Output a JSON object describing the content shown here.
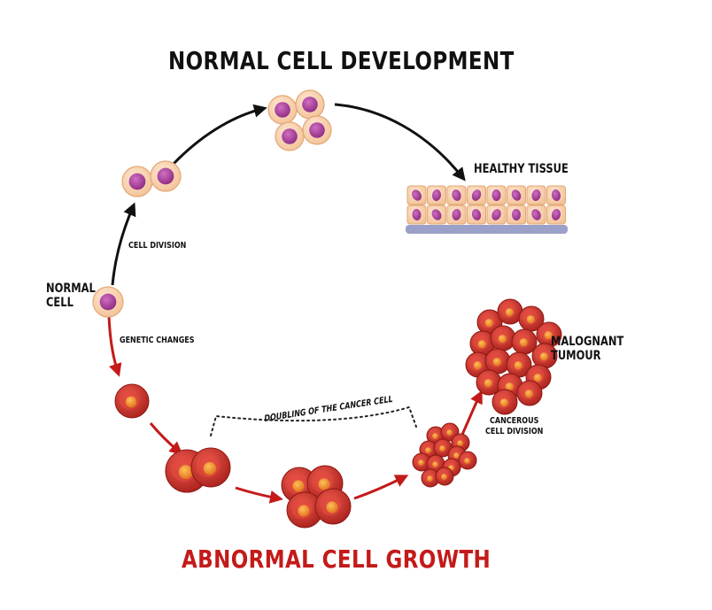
{
  "titles": {
    "normal": "NORMAL CELL DEVELOPMENT",
    "abnormal": "ABNORMAL CELL GROWTH"
  },
  "labels": {
    "normal_cell_line1": "NORMAL",
    "normal_cell_line2": "CELL",
    "cell_division": "CELL DIVISION",
    "genetic_changes": "GENETIC CHANGES",
    "healthy_tissue": "HEALTHY TISSUE",
    "malignant_line1": "MALOGNANT",
    "malignant_line2": "TUMOUR",
    "cancerous_line1": "CANCEROUS",
    "cancerous_line2": "CELL DIVISION",
    "doubling": "DOUBLING OF THE CANCER CELL"
  },
  "colors": {
    "normal_arrow": "#111111",
    "abnormal_arrow": "#c41a1a",
    "abnormal_title": "#c41a1a",
    "healthy_cell_fill": "#f7d5b5",
    "healthy_nucleus": "#b64aa6",
    "cancer_cell_fill": "#d93a32",
    "cancer_nucleus": "#f08a2a",
    "tissue_base": "#9aa0c8"
  }
}
